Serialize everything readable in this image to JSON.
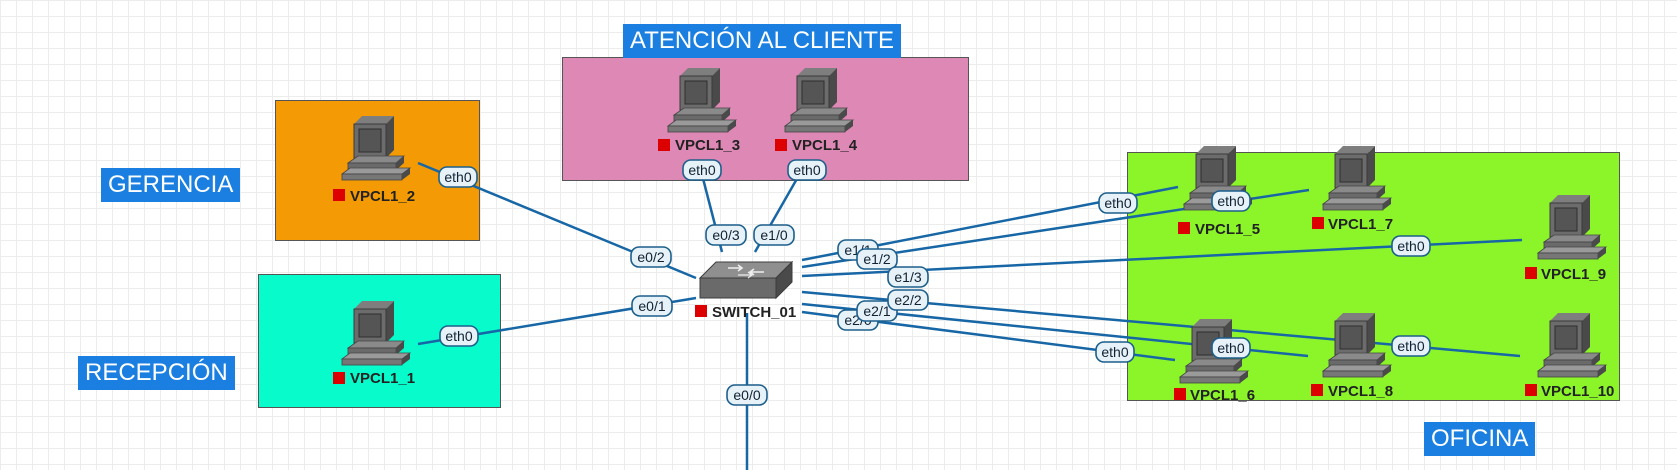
{
  "zones": {
    "gerencia": "GERENCIA",
    "recepcion": "RECEPCIÓN",
    "atencion": "ATENCIÓN AL CLIENTE",
    "oficina": "OFICINA"
  },
  "colors": {
    "gerencia": "#f39a05",
    "recepcion": "#08fccb",
    "atencion": "#de88b5",
    "oficina": "#8cf52a",
    "zone_label_bg": "#1a7fe0",
    "link": "#1767a6",
    "status_stopped": "#dd0000"
  },
  "nodes": {
    "switch": "SWITCH_01",
    "vpcl1_1": "VPCL1_1",
    "vpcl1_2": "VPCL1_2",
    "vpcl1_3": "VPCL1_3",
    "vpcl1_4": "VPCL1_4",
    "vpcl1_5": "VPCL1_5",
    "vpcl1_6": "VPCL1_6",
    "vpcl1_7": "VPCL1_7",
    "vpcl1_8": "VPCL1_8",
    "vpcl1_9": "VPCL1_9",
    "vpcl1_10": "VPCL1_10"
  },
  "ports": {
    "eth0": "eth0",
    "e0_0": "e0/0",
    "e0_1": "e0/1",
    "e0_2": "e0/2",
    "e0_3": "e0/3",
    "e1_0": "e1/0",
    "e1_1": "e1/1",
    "e1_2": "e1/2",
    "e1_3": "e1/3",
    "e2_0": "e2/0",
    "e2_1": "e2/1",
    "e2_2": "e2/2"
  }
}
